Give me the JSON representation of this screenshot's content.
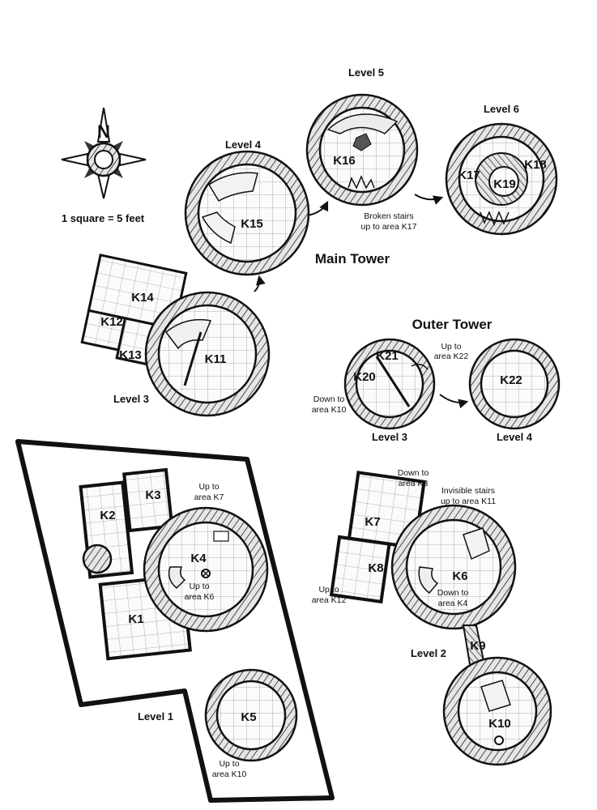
{
  "compass": {
    "north_label": "N",
    "scale": "1 square = 5 feet"
  },
  "headings": {
    "main_tower": "Main Tower",
    "outer_tower": "Outer Tower"
  },
  "levels": {
    "level1": "Level 1",
    "level2": "Level 2",
    "level3_main": "Level 3",
    "level4_main": "Level 4",
    "level5": "Level 5",
    "level6": "Level 6",
    "level3_outer": "Level 3",
    "level4_outer": "Level 4"
  },
  "rooms": {
    "K1": "K1",
    "K2": "K2",
    "K3": "K3",
    "K4": "K4",
    "K5": "K5",
    "K6": "K6",
    "K7": "K7",
    "K8": "K8",
    "K9": "K9",
    "K10": "K10",
    "K11": "K11",
    "K12": "K12",
    "K13": "K13",
    "K14": "K14",
    "K15": "K15",
    "K16": "K16",
    "K17": "K17",
    "K18": "K18",
    "K19": "K19",
    "K20": "K20",
    "K21": "K21",
    "K22": "K22"
  },
  "notes": {
    "broken_stairs": [
      "Broken stairs",
      "up to area K17"
    ],
    "up_k22": [
      "Up to",
      "area K22"
    ],
    "down_k10": [
      "Down to",
      "area K10"
    ],
    "up_k7": [
      "Up to",
      "area K7"
    ],
    "up_k6": [
      "Up to",
      "area K6"
    ],
    "up_k10": [
      "Up to",
      "area K10"
    ],
    "down_k3": [
      "Down to",
      "area K3"
    ],
    "invisible_stairs": [
      "Invisible stairs",
      "up to area K11"
    ],
    "up_k12": [
      "Up to",
      "area K12"
    ],
    "down_k4": [
      "Down to",
      "area K4"
    ]
  }
}
